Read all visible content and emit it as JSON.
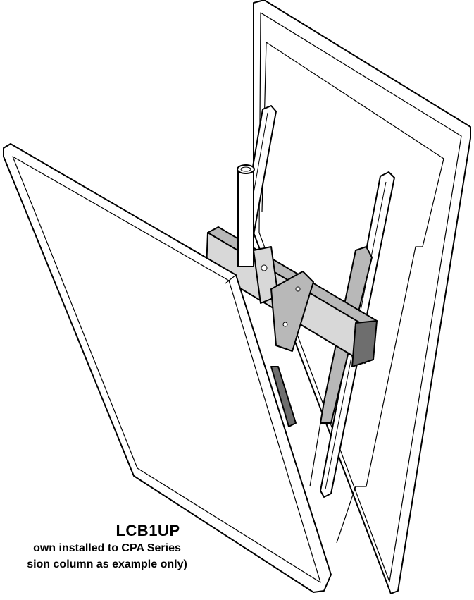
{
  "caption": {
    "model": "LCB1UP",
    "line1": "own installed to CPA Series",
    "line2": "sion column as example only)"
  },
  "illustration": {
    "subject": "tilted flat panel display ceiling mount bracket assembly",
    "line_color": "#000000",
    "fill_color": "#ffffff",
    "shade_color": "#b8b8b8",
    "dark_shade_color": "#6e6e6e"
  }
}
